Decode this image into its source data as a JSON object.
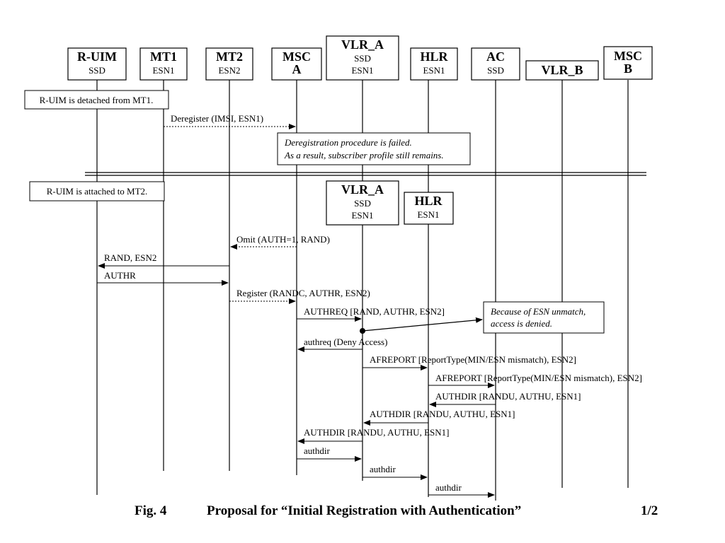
{
  "entities": {
    "ruim": {
      "name": "R-UIM",
      "sub": "SSD"
    },
    "mt1": {
      "name": "MT1",
      "sub": "ESN1"
    },
    "mt2": {
      "name": "MT2",
      "sub": "ESN2"
    },
    "msca": {
      "name1": "MSC",
      "name2": "A"
    },
    "vlra": {
      "name": "VLR_A",
      "sub1": "SSD",
      "sub2": "ESN1"
    },
    "hlr": {
      "name": "HLR",
      "sub": "ESN1"
    },
    "ac": {
      "name": "AC",
      "sub": "SSD"
    },
    "vlrb": {
      "name": "VLR_B"
    },
    "mscb": {
      "name1": "MSC",
      "name2": "B"
    }
  },
  "second_phase": {
    "vlra": {
      "name": "VLR_A",
      "sub1": "SSD",
      "sub2": "ESN1"
    },
    "hlr": {
      "name": "HLR",
      "sub": "ESN1"
    }
  },
  "notes": {
    "detached": "R-UIM is detached  from MT1.",
    "failed_line1": "Deregistration procedure is failed.",
    "failed_line2": "As a result, subscriber profile still remains.",
    "attached": "R-UIM is attached to MT2.",
    "denied_line1": "Because of ESN unmatch,",
    "denied_line2": "access is denied."
  },
  "messages": {
    "deregister": "Deregister (IMSI, ESN1)",
    "omit": "Omit (AUTH=1, RAND)",
    "rand_esn2": "RAND, ESN2",
    "authr": "AUTHR",
    "register": "Register (RANDC, AUTHR, ESN2)",
    "authreq": "AUTHREQ [RAND, AUTHR, ESN2]",
    "authreq_resp": "authreq (Deny Access)",
    "afreport1": "AFREPORT [ReportType(MIN/ESN mismatch), ESN2]",
    "afreport2": "AFREPORT [ReportType(MIN/ESN mismatch), ESN2]",
    "authdir1": "AUTHDIR [RANDU, AUTHU, ESN1]",
    "authdir2": "AUTHDIR [RANDU, AUTHU, ESN1]",
    "authdir3": "AUTHDIR [RANDU, AUTHU, ESN1]",
    "authdir_r1": "authdir",
    "authdir_r2": "authdir",
    "authdir_r3": "authdir"
  },
  "caption": {
    "fig": "Fig. 4",
    "title": "Proposal for “Initial Registration with Authentication”",
    "page": "1/2"
  }
}
